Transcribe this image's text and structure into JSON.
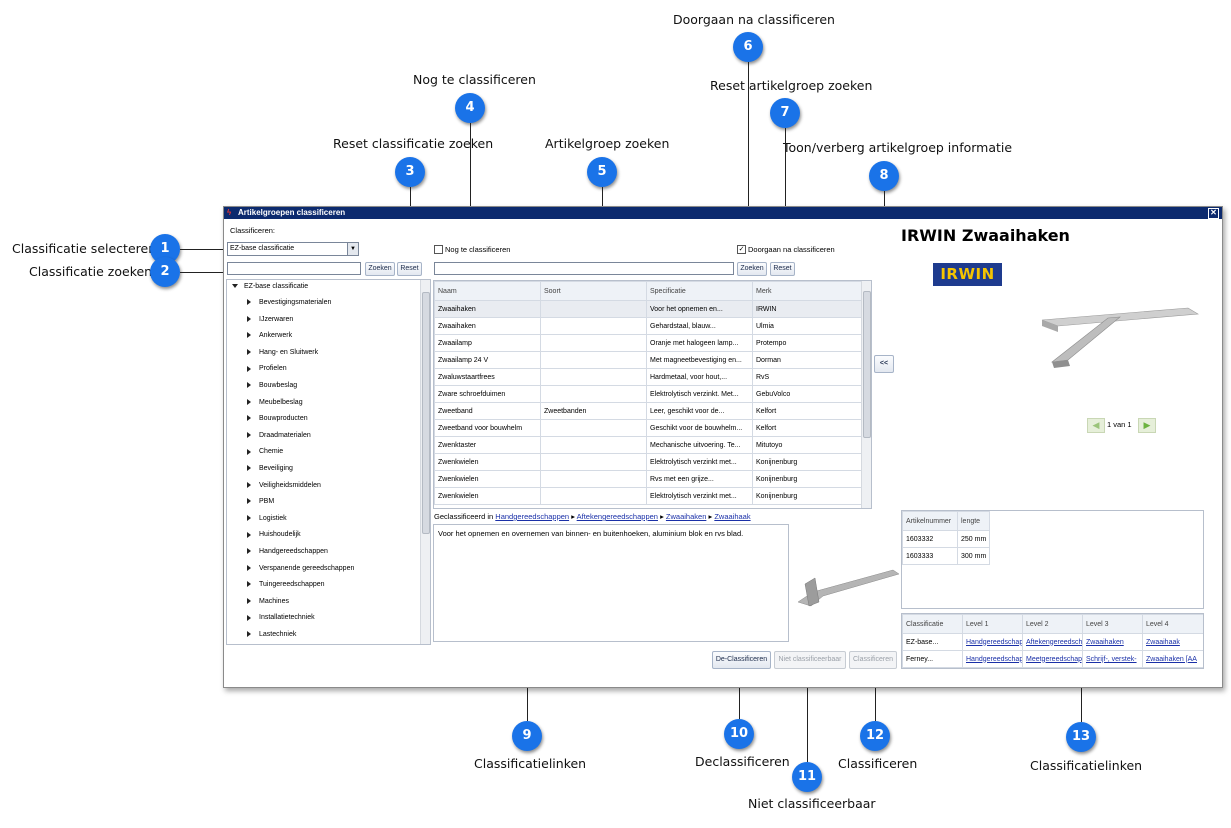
{
  "callouts": [
    {
      "num": "1",
      "label": "Classificatie selecteren"
    },
    {
      "num": "2",
      "label": "Classificatie zoeken"
    },
    {
      "num": "3",
      "label": "Reset classificatie zoeken"
    },
    {
      "num": "4",
      "label": "Nog te classificeren"
    },
    {
      "num": "5",
      "label": "Artikelgroep zoeken"
    },
    {
      "num": "6",
      "label": "Doorgaan na classificeren"
    },
    {
      "num": "7",
      "label": "Reset artikelgroep zoeken"
    },
    {
      "num": "8",
      "label": "Toon/verberg artikelgroep informatie"
    },
    {
      "num": "9",
      "label": "Classificatielinken"
    },
    {
      "num": "10",
      "label": "Declassificeren"
    },
    {
      "num": "11",
      "label": "Niet classificeerbaar"
    },
    {
      "num": "12",
      "label": "Classificeren"
    },
    {
      "num": "13",
      "label": "Classificatielinken"
    }
  ],
  "window": {
    "title": "Artikelgroepen classificeren",
    "close_glyph": "✕",
    "classify_label": "Classificeren:",
    "classification_select": "EZ-base classificatie",
    "search_button": "Zoeken",
    "reset_button": "Reset",
    "search_value": "",
    "not_yet_label": "Nog te classificeren",
    "not_yet_checked": false,
    "continue_label": "Doorgaan na classificeren",
    "continue_checked": true,
    "toggle_button": "<<",
    "declassify_button": "De-Classificeren",
    "not_classifiable_button": "Niet classificeerbaar",
    "classify_button": "Classificeren"
  },
  "tree": {
    "root": "EZ-base classificatie",
    "items": [
      "Bevestigingsmaterialen",
      "IJzerwaren",
      "Ankerwerk",
      "Hang- en Sluitwerk",
      "Profielen",
      "Bouwbeslag",
      "Meubelbeslag",
      "Bouwproducten",
      "Draadmaterialen",
      "Chemie",
      "Beveiliging",
      "Veiligheidsmiddelen",
      "PBM",
      "Logistiek",
      "Huishoudelijk",
      "Handgereedschappen",
      "Verspanende gereedschappen",
      "Tuingereedschappen",
      "Machines",
      "Installatietechniek",
      "Lastechniek"
    ]
  },
  "grid": {
    "columns": [
      "Naam",
      "Soort",
      "Specificatie",
      "Merk"
    ],
    "rows": [
      [
        "Zwaaihaken",
        "",
        "Voor het opnemen en...",
        "IRWIN"
      ],
      [
        "Zwaaihaken",
        "",
        "Gehardstaal, blauw...",
        "Ulmia"
      ],
      [
        "Zwaailamp",
        "",
        "Oranje met halogeen lamp...",
        "Protempo"
      ],
      [
        "Zwaailamp 24 V",
        "",
        "Met magneetbevestiging en...",
        "Dorman"
      ],
      [
        "Zwaluwstaartfrees",
        "",
        "Hardmetaal, voor hout,...",
        "RvS"
      ],
      [
        "Zware schroefduimen",
        "",
        "Elektrolytisch verzinkt. Met...",
        "GebuVolco"
      ],
      [
        "Zweetband",
        "Zweetbanden",
        "Leer, geschikt voor de...",
        "Kelfort"
      ],
      [
        "Zweetband voor bouwhelm",
        "",
        "Geschikt voor de bouwhelm...",
        "Kelfort"
      ],
      [
        "Zwenktaster",
        "",
        "Mechanische uitvoering. Te...",
        "Mitutoyo"
      ],
      [
        "Zwenkwielen",
        "",
        "Elektrolytisch verzinkt met...",
        "Konijnenburg"
      ],
      [
        "Zwenkwielen",
        "",
        "Rvs met een grijze...",
        "Konijnenburg"
      ],
      [
        "Zwenkwielen",
        "",
        "Elektrolytisch verzinkt met...",
        "Konijnenburg"
      ]
    ]
  },
  "breadcrumb": {
    "prefix": "Geclassificeerd in",
    "links": [
      "Handgereedschappen",
      "Aftekengereedschappen",
      "Zwaaihaken",
      "Zwaaihaak"
    ],
    "sep": "▸"
  },
  "description": "Voor het opnemen en overnemen van binnen- en buitenhoeken, aluminium blok en rvs blad.",
  "product": {
    "title": "IRWIN Zwaaihaken",
    "brand_logo": "IRWIN",
    "pager": "1 van 1",
    "articles": {
      "columns": [
        "Artikelnummer",
        "lengte"
      ],
      "rows": [
        [
          "1603332",
          "250 mm"
        ],
        [
          "1603333",
          "300 mm"
        ]
      ]
    },
    "classifications": {
      "columns": [
        "Classificatie",
        "Level 1",
        "Level 2",
        "Level 3",
        "Level 4"
      ],
      "rows": [
        [
          "EZ-base...",
          "Handgereedschappen",
          "Aftekengereedschappen",
          "Zwaaihaken",
          "Zwaaihaak"
        ],
        [
          "Ferney...",
          "Handgereedschappen",
          "Meetgereedschappen",
          "Schrijf-, verstek-",
          "Zwaaihaken [AA"
        ]
      ]
    }
  },
  "colors": {
    "accent": "#1a73e8",
    "titlebar": "#0c2a6e",
    "brand": "#1e3b8e"
  }
}
